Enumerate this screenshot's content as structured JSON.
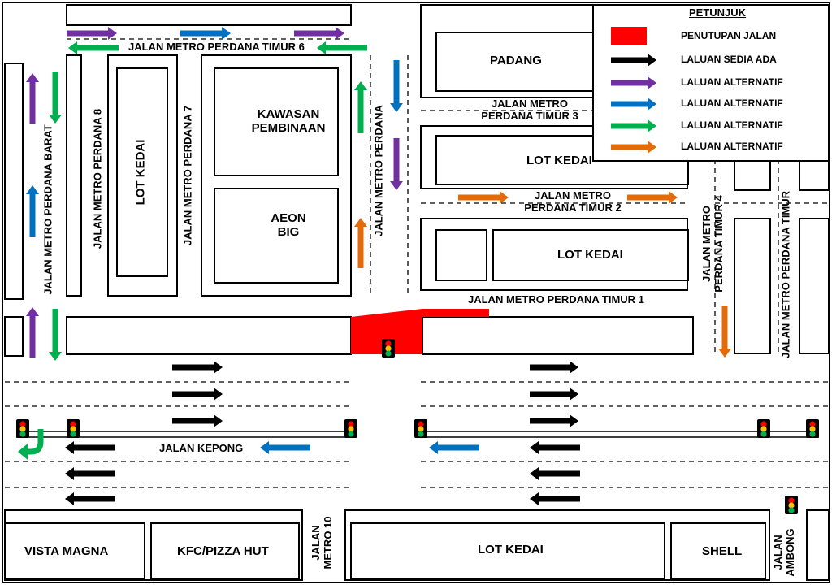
{
  "legend": {
    "title": "PETUNJUK",
    "items": [
      {
        "label": "PENUTUPAN JALAN",
        "color": "#ff0000",
        "symbol": "closure-box"
      },
      {
        "label": "LALUAN SEDIA ADA",
        "color": "#000000",
        "symbol": "arrow"
      },
      {
        "label": "LALUAN ALTERNATIF",
        "color": "#7030a0",
        "symbol": "arrow"
      },
      {
        "label": "LALUAN ALTERNATIF",
        "color": "#0070c0",
        "symbol": "arrow"
      },
      {
        "label": "LALUAN ALTERNATIF",
        "color": "#00b050",
        "symbol": "arrow"
      },
      {
        "label": "LALUAN ALTERNATIF",
        "color": "#e36c09",
        "symbol": "arrow"
      }
    ]
  },
  "blocks": {
    "lot_kedai_1": "LOT KEDAI",
    "kawasan_line1": "KAWASAN",
    "kawasan_line2": "PEMBINAAN",
    "aeon_line1": "AEON",
    "aeon_line2": "BIG",
    "padang": "PADANG",
    "lot_kedai_2": "LOT KEDAI",
    "lot_kedai_3": "LOT KEDAI",
    "vista_magna": "VISTA MAGNA",
    "kfc": "KFC/PIZZA HUT",
    "lot_kedai_4": "LOT KEDAI",
    "shell": "SHELL"
  },
  "roads": {
    "timur6": "JALAN METRO PERDANA TIMUR 6",
    "perdana8": "JALAN METRO PERDANA 8",
    "perdana7": "JALAN METRO PERDANA 7",
    "perdana_barat": "JALAN METRO PERDANA BARAT",
    "perdana": "JALAN METRO PERDANA",
    "timur3_line1": "JALAN METRO",
    "timur3_line2": "PERDANA TIMUR 3",
    "timur2_line1": "JALAN METRO",
    "timur2_line2": "PERDANA TIMUR 2",
    "timur1": "JALAN METRO PERDANA TIMUR 1",
    "timur4_line1": "JALAN METRO",
    "timur4_line2": "PERDANA TIMUR 4",
    "timur": "JALAN METRO PERDANA TIMUR",
    "kepong": "JALAN KEPONG",
    "metro10_line1": "JALAN",
    "metro10_line2": "METRO 10",
    "ambong_line1": "JALAN",
    "ambong_line2": "AMBONG"
  },
  "colors": {
    "closure": "#ff0000",
    "existing": "#000000",
    "alt_purple": "#7030a0",
    "alt_blue": "#0070c0",
    "alt_green": "#00b050",
    "alt_orange": "#e36c09",
    "signal_housing": "#000000",
    "signal_red": "#ff0000",
    "signal_amber": "#ffc000",
    "signal_green": "#00b050"
  }
}
